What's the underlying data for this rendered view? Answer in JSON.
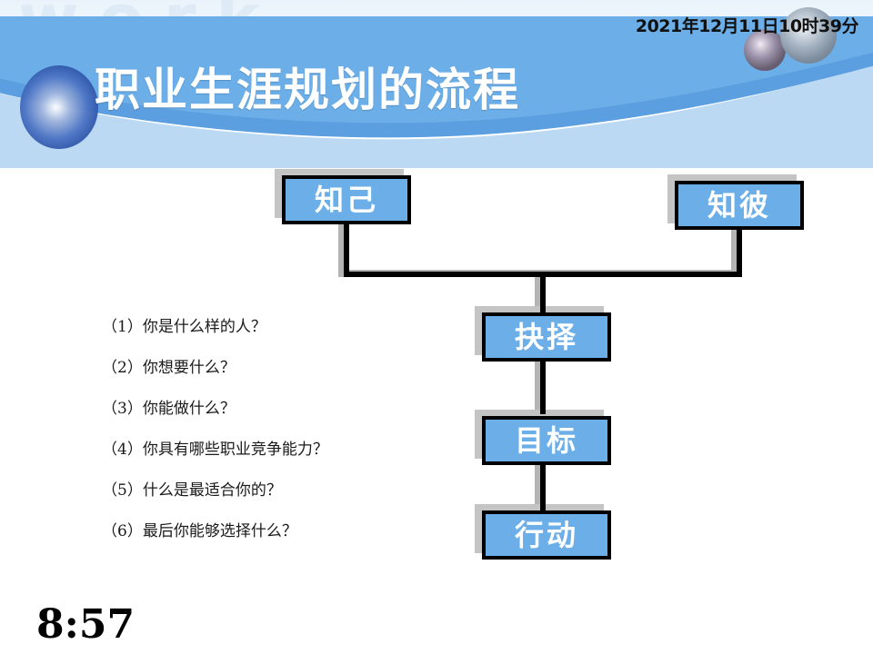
{
  "header": {
    "title": "职业生涯规划的流程",
    "datetime": "2021年12月11日10时39分",
    "watermark": "work",
    "banner_color": "#6CAFE8",
    "banner_light_color": "#BBD9F2",
    "title_color": "#FFFFFF"
  },
  "flow": {
    "nodes": [
      {
        "id": "zhiji",
        "label": "知己"
      },
      {
        "id": "zhibi",
        "label": "知彼"
      },
      {
        "id": "juezhe",
        "label": "抉择"
      },
      {
        "id": "mubiao",
        "label": "目标"
      },
      {
        "id": "xingdong",
        "label": "行动"
      }
    ],
    "node_fill": "#6CAFE8",
    "node_border": "#000000",
    "node_text_color": "#FFFFFF",
    "shadow_color": "#C4C4C4"
  },
  "questions": [
    "（1）你是什么样的人？",
    "（2）你想要什么？",
    "（3）你能做什么？",
    "（4）你具有哪些职业竞争能力？",
    "（5）什么是最适合你的？",
    "（6）最后你能够选择什么？"
  ],
  "clock": {
    "time": "8:57"
  }
}
